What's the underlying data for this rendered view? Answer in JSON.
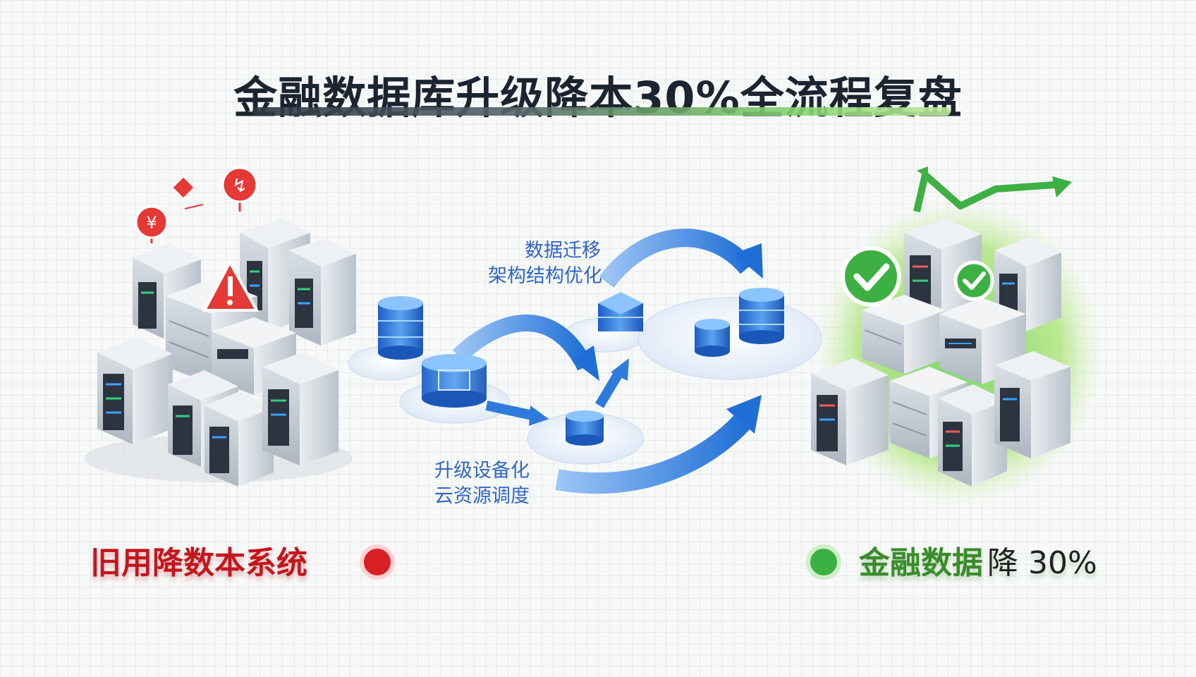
{
  "title": "金融数据库升级降本30%全流程复盘",
  "labels": {
    "top_line1": "数据迁移",
    "top_line2": "架构结构优化",
    "bottom_line1": "升级设备化",
    "bottom_line2": "云资源调度"
  },
  "status": {
    "left": "旧用降数本系统",
    "right_prefix": "金融数据",
    "right_value": "降 30%"
  },
  "colors": {
    "alert": "#e53935",
    "success": "#3cb043",
    "flow": "#2e7bdc",
    "title": "#1b2430"
  }
}
